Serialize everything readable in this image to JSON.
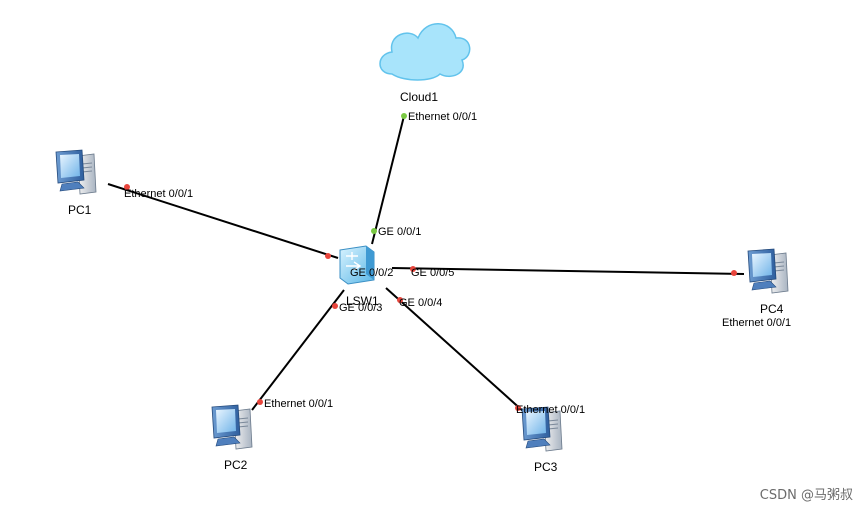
{
  "topology": {
    "switch": {
      "name": "LSW1"
    },
    "cloud": {
      "name": "Cloud1",
      "port": "Ethernet 0/0/1"
    },
    "pcs": [
      {
        "name": "PC1",
        "port": "Ethernet 0/0/1"
      },
      {
        "name": "PC2",
        "port": "Ethernet 0/0/1"
      },
      {
        "name": "PC3",
        "port": "Ethernet 0/0/1"
      },
      {
        "name": "PC4",
        "port": "Ethernet 0/0/1"
      }
    ],
    "switch_ports": {
      "to_cloud": "GE 0/0/1",
      "to_pc1": "GE 0/0/2",
      "to_pc2": "GE 0/0/3",
      "to_pc3": "GE 0/0/4",
      "to_pc4": "GE 0/0/5"
    },
    "link_status_colors": {
      "up": "#7ac943",
      "down": "#e8453c"
    }
  },
  "watermark": "CSDN @马粥叔"
}
